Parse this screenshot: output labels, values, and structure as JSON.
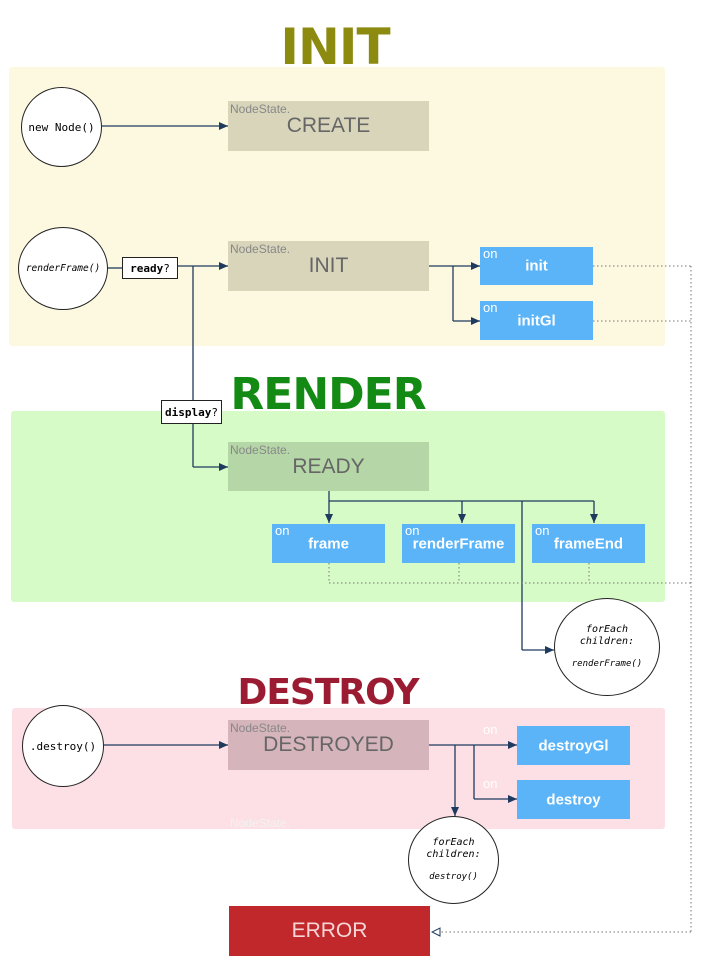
{
  "sections": {
    "init": {
      "title": "INIT",
      "color": "#8c8a0f"
    },
    "render": {
      "title": "RENDER",
      "color": "#138a14"
    },
    "destroy": {
      "title": "DESTROY",
      "color": "#9b1c32"
    }
  },
  "triggers": {
    "new_node": "new Node()",
    "render_frame": "renderFrame()",
    "destroy_call": ".destroy()"
  },
  "conditions": {
    "ready": {
      "code": "ready",
      "mark": "?"
    },
    "display": {
      "code": "display",
      "mark": "?"
    }
  },
  "states": {
    "prefix": "NodeState.",
    "create": "CREATE",
    "init": "INIT",
    "ready": "READY",
    "destroyed": "DESTROYED",
    "error": "ERROR",
    "ghost_prefix": "NodeState."
  },
  "events": {
    "on_label": "on",
    "init": "init",
    "initgl": "initGl",
    "frame": "frame",
    "renderframe": "renderFrame",
    "frameend": "frameEnd",
    "destroygl": "destroyGl",
    "destroy": "destroy"
  },
  "foreach_render": {
    "line1": "forEach",
    "line2": "children:",
    "line3": "renderFrame()"
  },
  "foreach_destroy": {
    "line1": "forEach",
    "line2": "children:",
    "line3": "destroy()"
  },
  "colors": {
    "init_panel": "#fdf9e1",
    "render_panel": "#d7fbc6",
    "destroy_panel": "#fde0e5",
    "state_grey": "#d8d5bb",
    "state_green": "#b5d6a7",
    "state_pink": "#d5b4bb",
    "event_blue": "#5ab4f7",
    "error_red": "#c1282b",
    "line": "#1e3a5f"
  }
}
